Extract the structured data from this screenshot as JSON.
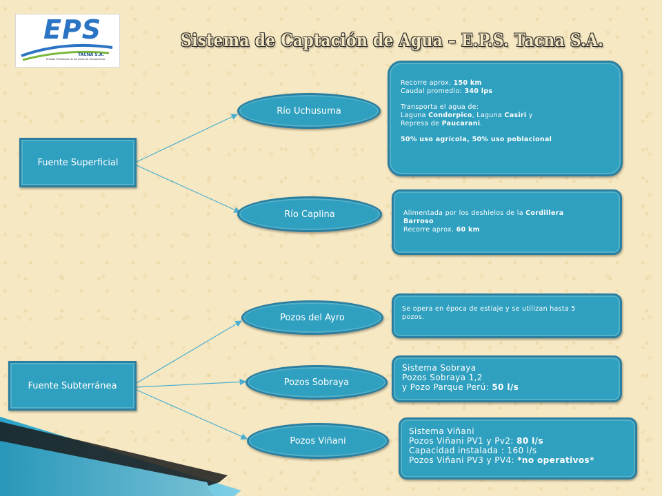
{
  "logo": {
    "text": "EPS",
    "company": "TACNA S.A.",
    "subtitle": "Entidad Prestadora de Servicios de Saneamiento"
  },
  "title": "Sistema de Captación de Agua – E.P.S. Tacna S.A.",
  "sources": {
    "superficial": "Fuente Superficial",
    "subterranea": "Fuente Subterránea"
  },
  "nodes": {
    "uchusuma": "Río Uchusuma",
    "caplina": "Río Caplina",
    "ayro": "Pozos del Ayro",
    "sobraya": "Pozos Sobraya",
    "vinani": "Pozos Viñani"
  },
  "info": {
    "uchusuma": {
      "l1a": "Recorre aprox. ",
      "l1b": "150 km",
      "l2a": "Caudal promedio: ",
      "l2b": "340 lps",
      "l3": "Transporta el agua de:",
      "l4a": "Laguna ",
      "l4b": "Condorpico",
      "l4c": ", Laguna ",
      "l4d": "Casiri",
      "l4e": "  y",
      "l5a": "Represa de ",
      "l5b": "Paucarani",
      "l5c": ".",
      "l6": "50% uso agrícola, 50% uso poblacional"
    },
    "caplina": {
      "l1a": "Alimentada por los deshielos de la ",
      "l1b": "Cordillera",
      "l2": "Barroso",
      "l3a": "Recorre aprox. ",
      "l3b": "60 km"
    },
    "ayro": {
      "l1": "Se opera en época de estiaje y se utilizan hasta 5",
      "l2": "pozos."
    },
    "sobraya": {
      "l1": "Sistema Sobraya",
      "l2": "Pozos Sobraya 1,2",
      "l3a": "y Pozo Parque Perú: ",
      "l3b": "50 l/s"
    },
    "vinani": {
      "l1": "Sistema Viñani",
      "l2a": "Pozos Viñani PV1 y Pv2: ",
      "l2b": "80 l/s",
      "l3": "Capacidad instalada : 160 l/s",
      "l4a": "Pozos Viñani PV3 y PV4: ",
      "l4b": "*no operativos*"
    }
  },
  "colors": {
    "box_fill": "#2fa0bf",
    "box_border": "#2a7fa0",
    "connector": "#4aaed0",
    "background": "#f6e8c2"
  }
}
